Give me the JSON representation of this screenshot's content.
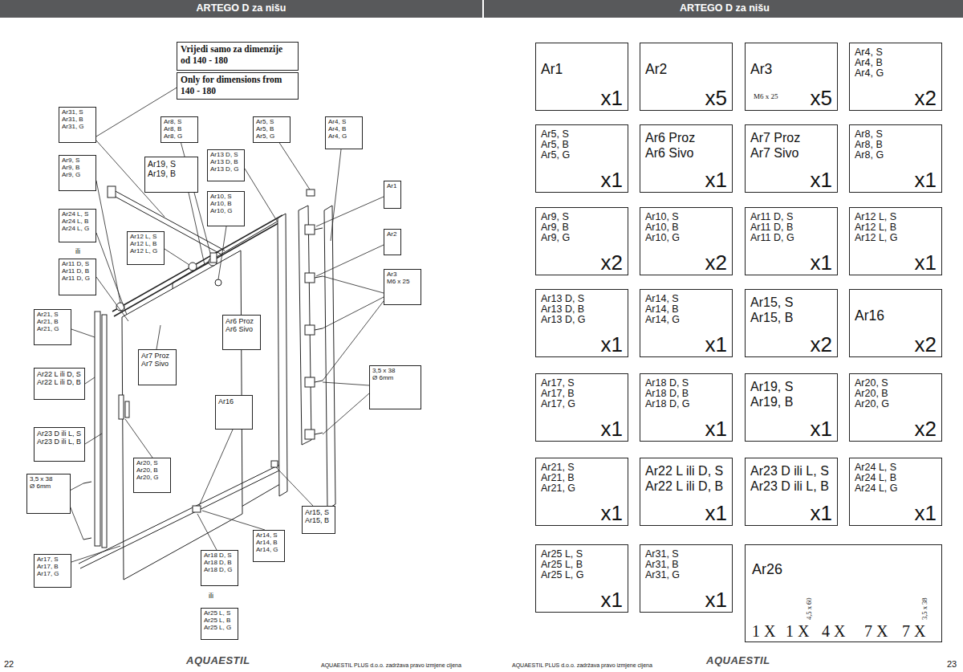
{
  "diagram": {
    "nodes": [
      {
        "text": [
          "ARTEGO D za nišu"
        ]
      },
      {
        "text": [
          "ARTEGO D za nišu"
        ]
      },
      {
        "text": [
          "Vrijedi samo za dimenzije od 140 - 180"
        ]
      },
      {
        "text": [
          "Only for dimensions from 140 - 180"
        ]
      },
      {
        "text": [
          "Ar31, S",
          "Ar31, B",
          "Ar31, G"
        ]
      },
      {
        "text": [
          "Ar9, S",
          "Ar9, B",
          "Ar9, G"
        ]
      },
      {
        "text": [
          "Ar24 L, S",
          "Ar24 L, B",
          "Ar24 L, G"
        ]
      },
      {
        "text": [
          "Ar11 D, S",
          "Ar11 D, B",
          "Ar11 D, G"
        ]
      },
      {
        "text": [
          "Ar8, S",
          "Ar8, B",
          "Ar8, G"
        ]
      },
      {
        "text": [
          "Ar19, S",
          "Ar19, B"
        ]
      },
      {
        "text": [
          "Ar12 L, S",
          "Ar12 L, B",
          "Ar12 L, G"
        ]
      },
      {
        "text": [
          "Ar13 D, S",
          "Ar13 D, B",
          "Ar13 D, G"
        ]
      },
      {
        "text": [
          "Ar10, S",
          "Ar10, B",
          "Ar10, G"
        ]
      },
      {
        "text": [
          "Ar5, S",
          "Ar5, B",
          "Ar5, G"
        ]
      },
      {
        "text": [
          "Ar4, S",
          "Ar4, B",
          "Ar4, G"
        ]
      },
      {
        "text": [
          "Ar1"
        ]
      },
      {
        "text": [
          "Ar2"
        ]
      },
      {
        "text": [
          "Ar3",
          "M6 x 25"
        ]
      },
      {
        "text": [
          "Ar21, S",
          "Ar21, B",
          "Ar21, G"
        ]
      },
      {
        "text": [
          "Ar6 Proz",
          "Ar6 Sivo"
        ]
      },
      {
        "text": [
          "Ar7 Proz",
          "Ar7 Sivo"
        ]
      },
      {
        "text": [
          "Ar22 L ili D, S",
          "Ar22 L ili D, B"
        ]
      },
      {
        "text": [
          "3,5 x 38",
          "Ø 6mm"
        ]
      },
      {
        "text": [
          "Ar16"
        ]
      },
      {
        "text": [
          "Ar23 D ili L, S",
          "Ar23 D ili L, B"
        ]
      },
      {
        "text": [
          "Ar20, S",
          "Ar20, B",
          "Ar20, G"
        ]
      },
      {
        "text": [
          "3,5 x 38",
          "Ø 6mm"
        ]
      },
      {
        "text": [
          "Ar15, S",
          "Ar15, B"
        ]
      },
      {
        "text": [
          "Ar14, S",
          "Ar14, B",
          "Ar14, G"
        ]
      },
      {
        "text": [
          "Ar17, S",
          "Ar17, B",
          "Ar17, G"
        ]
      },
      {
        "text": [
          "Ar18 D, S",
          "Ar18 D, B",
          "Ar18 D, G"
        ]
      },
      {
        "text": [
          "Ar25 L, S",
          "Ar25 L, B",
          "Ar25 L, G"
        ]
      },
      {
        "text": [
          "Ar1",
          "x1"
        ]
      },
      {
        "text": [
          "Ar2",
          "x5"
        ]
      },
      {
        "text": [
          "Ar3",
          "M6 x 25",
          "x5"
        ]
      },
      {
        "text": [
          "Ar4, S",
          "Ar4, B",
          "Ar4, G",
          "x2"
        ]
      },
      {
        "text": [
          "Ar5, S",
          "Ar5, B",
          "Ar5, G",
          "x1"
        ]
      },
      {
        "text": [
          "Ar6 Proz",
          "Ar6 Sivo",
          "x1"
        ]
      },
      {
        "text": [
          "Ar7 Proz",
          "Ar7 Sivo",
          "x1"
        ]
      },
      {
        "text": [
          "Ar8, S",
          "Ar8, B",
          "Ar8, G",
          "x1"
        ]
      },
      {
        "text": [
          "Ar9, S",
          "Ar9, B",
          "Ar9, G",
          "x2"
        ]
      },
      {
        "text": [
          "Ar10, S",
          "Ar10, B",
          "Ar10, G",
          "x2"
        ]
      },
      {
        "text": [
          "Ar11 D, S",
          "Ar11 D, B",
          "Ar11 D, G",
          "x1"
        ]
      },
      {
        "text": [
          "Ar12 L, S",
          "Ar12 L, B",
          "Ar12 L, G",
          "x1"
        ]
      },
      {
        "text": [
          "Ar13 D, S",
          "Ar13 D, B",
          "Ar13 D, G",
          "x1"
        ]
      },
      {
        "text": [
          "Ar14, S",
          "Ar14, B",
          "Ar14, G",
          "x1"
        ]
      },
      {
        "text": [
          "Ar15, S",
          "Ar15, B",
          "x2"
        ]
      },
      {
        "text": [
          "Ar16",
          "x2"
        ]
      },
      {
        "text": [
          "Ar17, S",
          "Ar17, B",
          "Ar17, G",
          "x1"
        ]
      },
      {
        "text": [
          "Ar18 D, S",
          "Ar18 D, B",
          "Ar18 D, G",
          "x1"
        ]
      },
      {
        "text": [
          "Ar19, S",
          "Ar19, B",
          "x1"
        ]
      },
      {
        "text": [
          "Ar20, S",
          "Ar20, B",
          "Ar20, G",
          "x2"
        ]
      },
      {
        "text": [
          "Ar21, S",
          "Ar21, B",
          "Ar21, G",
          "x1"
        ]
      },
      {
        "text": [
          "Ar22 L ili D, S",
          "Ar22 L ili D, B",
          "x1"
        ]
      },
      {
        "text": [
          "Ar23 D ili L, S",
          "Ar23 D ili L, B",
          "x1"
        ]
      },
      {
        "text": [
          "Ar24 L, S",
          "Ar24 L, B",
          "Ar24 L, G",
          "x1"
        ]
      },
      {
        "text": [
          "Ar25 L, S",
          "Ar25 L, B",
          "Ar25 L, G",
          "x1"
        ]
      },
      {
        "text": [
          "Ar31, S",
          "Ar31, B",
          "Ar31, G",
          "x1"
        ]
      },
      {
        "text": [
          "Ar26",
          "4,5 x 60",
          "3,5 x 38",
          "1 X",
          "1 X",
          "4 X",
          "7 X",
          "7 X"
        ]
      }
    ],
    "labels": [
      "ili",
      "ili",
      "22",
      "AQUAESTIL",
      "AQUAESTIL PLUS d.o.o. zadržava pravo izmjene cijena",
      "AQUAESTIL PLUS d.o.o. zadržava pravo izmjene cijena",
      "AQUAESTIL",
      "23"
    ]
  }
}
